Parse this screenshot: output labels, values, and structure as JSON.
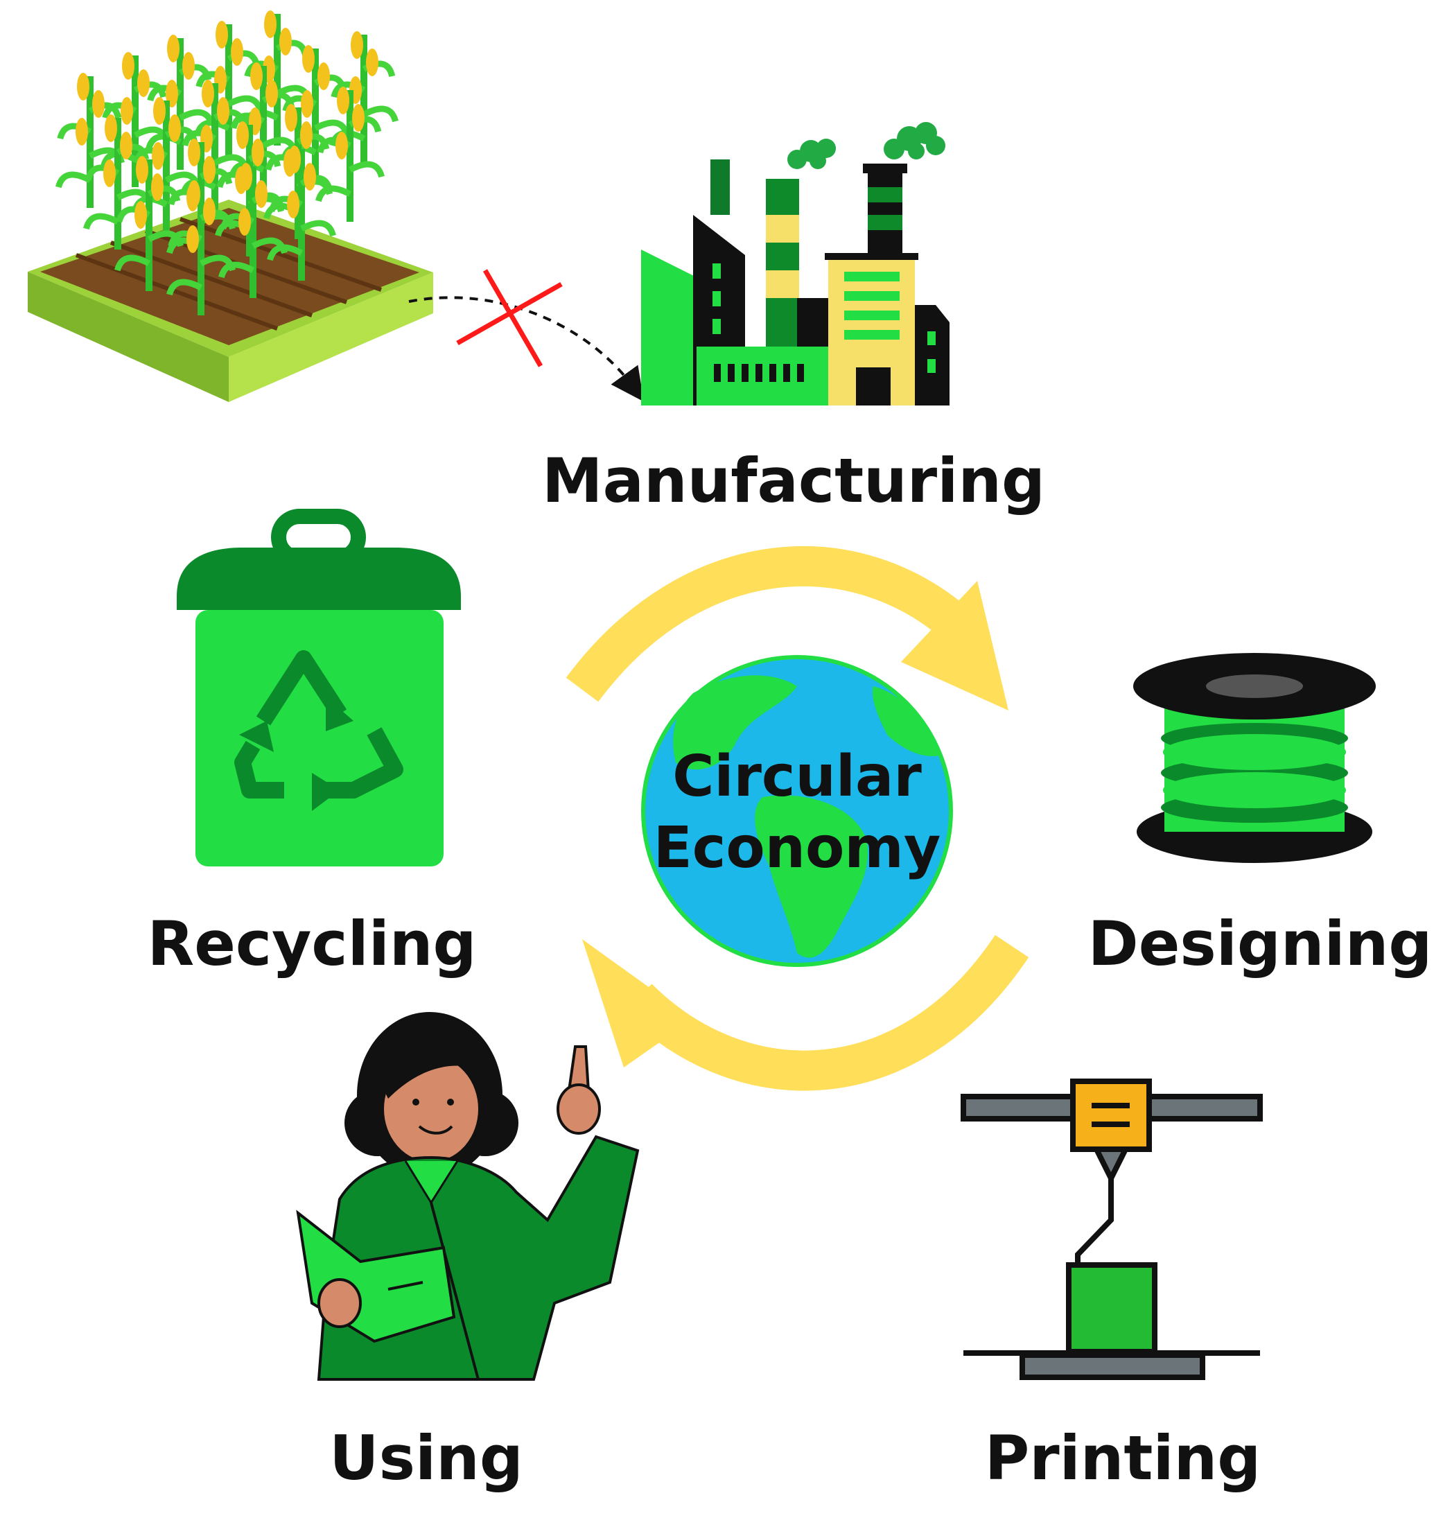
{
  "center": {
    "line1": "Circular",
    "line2": "Economy"
  },
  "stages": {
    "manufacturing": "Manufacturing",
    "designing": "Designing",
    "printing": "Printing",
    "using": "Using",
    "recycling": "Recycling"
  },
  "icons": {
    "source": "corn-field-icon",
    "manufacturing": "factory-icon",
    "designing": "filament-spool-icon",
    "printing": "3d-printer-icon",
    "using": "woman-reading-icon",
    "recycling": "recycle-bin-icon",
    "center": "globe-icon"
  },
  "colors": {
    "green": "#22dd44",
    "dark_green": "#0a8a2a",
    "yellow": "#ffde59",
    "blue": "#1cb8ea",
    "black": "#111111",
    "red": "#ff1a1a"
  }
}
